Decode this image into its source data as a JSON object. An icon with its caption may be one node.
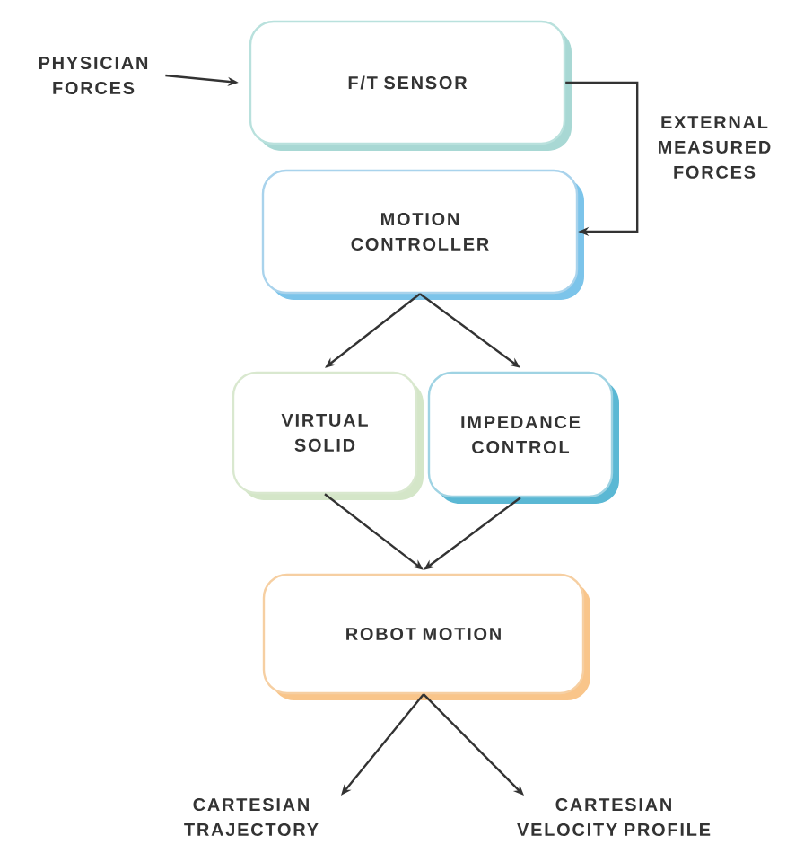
{
  "diagram": {
    "nodes": [
      {
        "text": [
          "PHYSICIAN FORCES"
        ]
      },
      {
        "text": [
          "F/T SENSOR"
        ]
      },
      {
        "text": [
          "MOTION CONTROLLER"
        ]
      },
      {
        "text": [
          "VIRTUAL SOLID"
        ]
      },
      {
        "text": [
          "IMPEDANCE CONTROL"
        ]
      },
      {
        "text": [
          "ROBOT MOTION"
        ]
      },
      {
        "text": [
          "CARTESIAN TRAJECTORY"
        ]
      },
      {
        "text": [
          "CARTESIAN VELOCITY PROFILE"
        ]
      }
    ],
    "edges": [
      {
        "from": 0,
        "to": 1,
        "arrow": "to"
      },
      {
        "from": 1,
        "to": 2,
        "arrow": "to",
        "label": "EXTERNAL MEASURED FORCES"
      },
      {
        "from": 2,
        "to": 3,
        "arrow": "to"
      },
      {
        "from": 2,
        "to": 4,
        "arrow": "to"
      },
      {
        "from": 3,
        "to": 5,
        "arrow": "to"
      },
      {
        "from": 4,
        "to": 5,
        "arrow": "to"
      },
      {
        "from": 5,
        "to": 6,
        "arrow": "to"
      },
      {
        "from": 5,
        "to": 7,
        "arrow": "to"
      }
    ]
  }
}
